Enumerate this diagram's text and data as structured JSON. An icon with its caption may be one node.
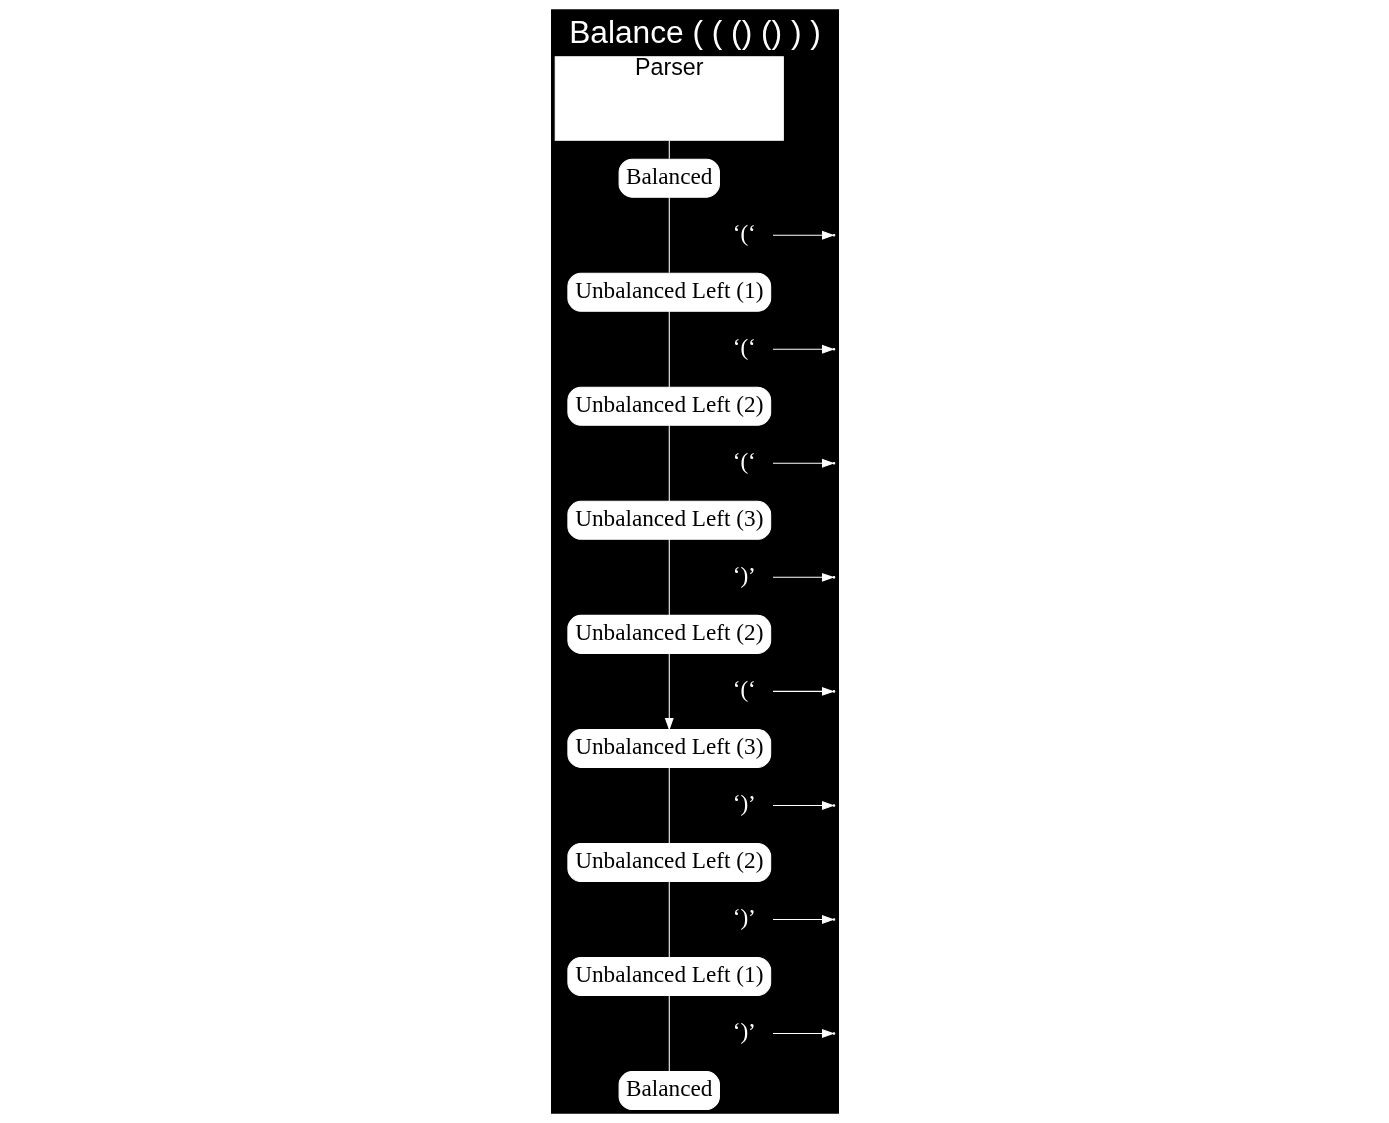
{
  "diagram": {
    "title": "Balance ( ( () () ) )",
    "nodes": [
      {
        "text": [
          "Parser"
        ]
      },
      {
        "text": [
          "Balanced"
        ]
      },
      {
        "text": [
          "‘(‘"
        ]
      },
      {
        "text": [
          "Unbalanced Left (1)"
        ]
      },
      {
        "text": [
          "‘(‘"
        ]
      },
      {
        "text": [
          "Unbalanced Left (2)"
        ]
      },
      {
        "text": [
          "‘(‘"
        ]
      },
      {
        "text": [
          "Unbalanced Left (3)"
        ]
      },
      {
        "text": [
          "‘)’"
        ]
      },
      {
        "text": [
          "Unbalanced Left (2)"
        ]
      },
      {
        "text": [
          "‘(‘"
        ]
      },
      {
        "text": [
          "Unbalanced Left (3)"
        ]
      },
      {
        "text": [
          "‘)’"
        ]
      },
      {
        "text": [
          "Unbalanced Left (2)"
        ]
      },
      {
        "text": [
          "‘)’"
        ]
      },
      {
        "text": [
          "Unbalanced Left (1)"
        ]
      },
      {
        "text": [
          "‘)’"
        ]
      },
      {
        "text": [
          "Balanced"
        ]
      }
    ],
    "edges": [
      {
        "from": 0,
        "to": 1,
        "arrow": "none"
      },
      {
        "from": 1,
        "to": 3,
        "arrow": "none"
      },
      {
        "from": 3,
        "to": 5,
        "arrow": "none"
      },
      {
        "from": 5,
        "to": 7,
        "arrow": "none"
      },
      {
        "from": 7,
        "to": 9,
        "arrow": "none"
      },
      {
        "from": 9,
        "to": 11,
        "arrow": "to"
      },
      {
        "from": 11,
        "to": 13,
        "arrow": "none"
      },
      {
        "from": 13,
        "to": 15,
        "arrow": "none"
      },
      {
        "from": 15,
        "to": 17,
        "arrow": "none"
      },
      {
        "from": 2,
        "to": null,
        "arrow": "to"
      },
      {
        "from": 4,
        "to": null,
        "arrow": "to"
      },
      {
        "from": 6,
        "to": null,
        "arrow": "to"
      },
      {
        "from": 8,
        "to": null,
        "arrow": "to"
      },
      {
        "from": 10,
        "to": null,
        "arrow": "to"
      },
      {
        "from": 12,
        "to": null,
        "arrow": "to"
      },
      {
        "from": 14,
        "to": null,
        "arrow": "to"
      },
      {
        "from": 16,
        "to": null,
        "arrow": "to"
      }
    ]
  }
}
